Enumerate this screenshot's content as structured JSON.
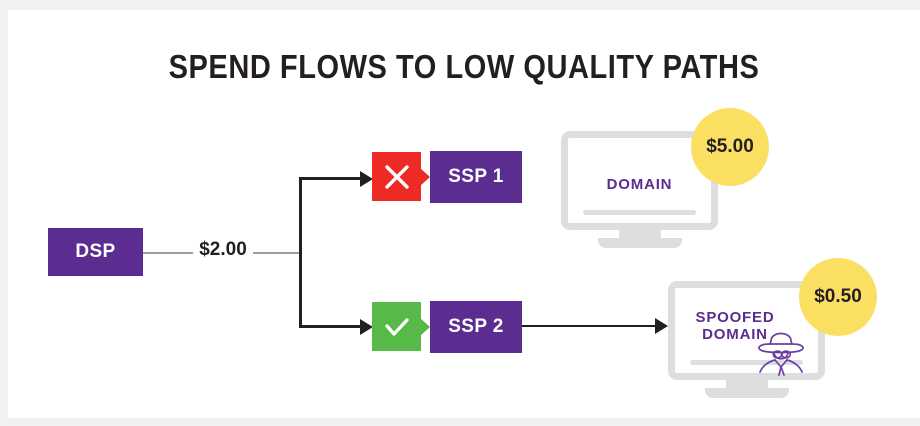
{
  "page": {
    "title": "SPEND FLOWS TO LOW QUALITY PATHS",
    "background": "#ffffff",
    "margin_color": "#f0f1f3"
  },
  "colors": {
    "purple": "#5b2d90",
    "red": "#ee2a24",
    "green": "#56b948",
    "yellow": "#fbdf63",
    "gray": "#dcdee0",
    "dark": "#231f20"
  },
  "flow": {
    "source": {
      "label": "DSP",
      "name": "dsp-node"
    },
    "spend_label": "$2.00",
    "branches": [
      {
        "status_icon": "x-mark-icon",
        "status_color": "#ee2a24",
        "label": "SSP 1"
      },
      {
        "status_icon": "check-mark-icon",
        "status_color": "#56b948",
        "label": "SSP 2"
      }
    ],
    "destinations": [
      {
        "screen_label": "DOMAIN",
        "screen_label_line2": "",
        "price": "$5.00",
        "has_spy_icon": false
      },
      {
        "screen_label": "SPOOFED",
        "screen_label_line2": "DOMAIN",
        "price": "$0.50",
        "has_spy_icon": true
      }
    ]
  }
}
